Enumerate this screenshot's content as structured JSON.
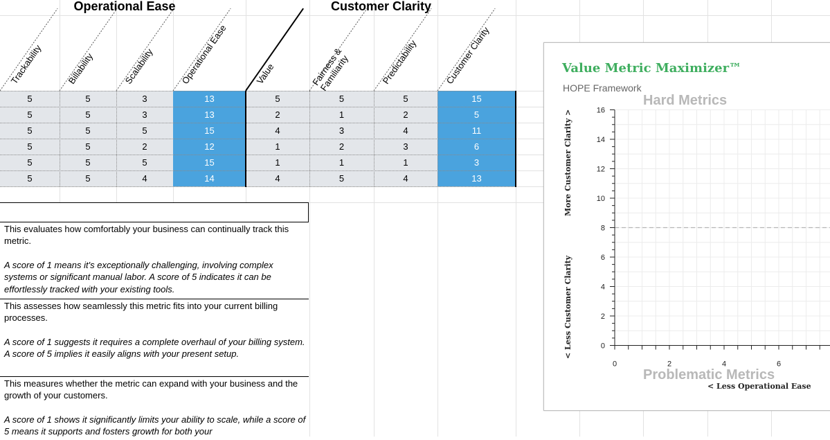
{
  "groups": {
    "operational": "Operational Ease",
    "customer": "Customer Clarity"
  },
  "columns": [
    "Trackability",
    "Billability",
    "Scalability",
    "Operational Ease",
    "Value",
    "Fairness &\nFamiliarity",
    "Predictability",
    "Customer Clarity"
  ],
  "rows": [
    [
      "5",
      "5",
      "3",
      "13",
      "5",
      "5",
      "5",
      "15"
    ],
    [
      "5",
      "5",
      "3",
      "13",
      "2",
      "1",
      "2",
      "5"
    ],
    [
      "5",
      "5",
      "5",
      "15",
      "4",
      "3",
      "4",
      "11"
    ],
    [
      "5",
      "5",
      "2",
      "12",
      "1",
      "2",
      "3",
      "6"
    ],
    [
      "5",
      "5",
      "5",
      "15",
      "1",
      "1",
      "1",
      "3"
    ],
    [
      "5",
      "5",
      "4",
      "14",
      "4",
      "5",
      "4",
      "13"
    ]
  ],
  "descriptions": [
    {
      "main": "This evaluates how comfortably your business can continually track this metric.",
      "scale": "A score of 1 means it's exceptionally challenging, involving complex systems or significant manual labor. A score of 5 indicates it can be effortlessly tracked with your existing tools."
    },
    {
      "main": "This assesses how seamlessly this metric fits into your current billing processes.",
      "scale": "A score of 1 suggests it requires a complete overhaul of your billing system. A score of 5 implies it easily aligns with your present setup."
    },
    {
      "main": "This measures whether the metric can expand with your business and the growth of your customers.",
      "scale": "A score of 1 shows it significantly limits your ability to scale, while a score of 5 means it supports and fosters growth for both your"
    }
  ],
  "colors": {
    "total_cell": "#4aa3de",
    "plain_cell": "#e3e6ea",
    "title_green": "#3fae5f",
    "quadrant_gray": "#b8b8b8"
  },
  "chart": {
    "title": "Value Metric Maximizer™",
    "subtitle": "HOPE Framework",
    "quad_top": "Hard Metrics",
    "quad_bottom": "Problematic Metrics",
    "y_upper_label": "More Customer Clarity >",
    "y_lower_label": "< Less Customer Clarity",
    "x_left_label": "< Less Operational Ease"
  },
  "chart_data": {
    "type": "scatter",
    "title": "Value Metric Maximizer™",
    "subtitle": "HOPE Framework",
    "ylim": [
      0,
      16
    ],
    "yticks": [
      0,
      2,
      4,
      6,
      8,
      10,
      12,
      14,
      16
    ],
    "xticks": [
      0,
      2,
      4,
      6
    ],
    "grid": true,
    "reference_line_y": 8,
    "annotations": [
      "Hard Metrics",
      "Problematic Metrics"
    ],
    "ylabels": [
      "More Customer Clarity >",
      "< Less Customer Clarity"
    ],
    "xlabel": "< Less Operational Ease",
    "series": []
  }
}
